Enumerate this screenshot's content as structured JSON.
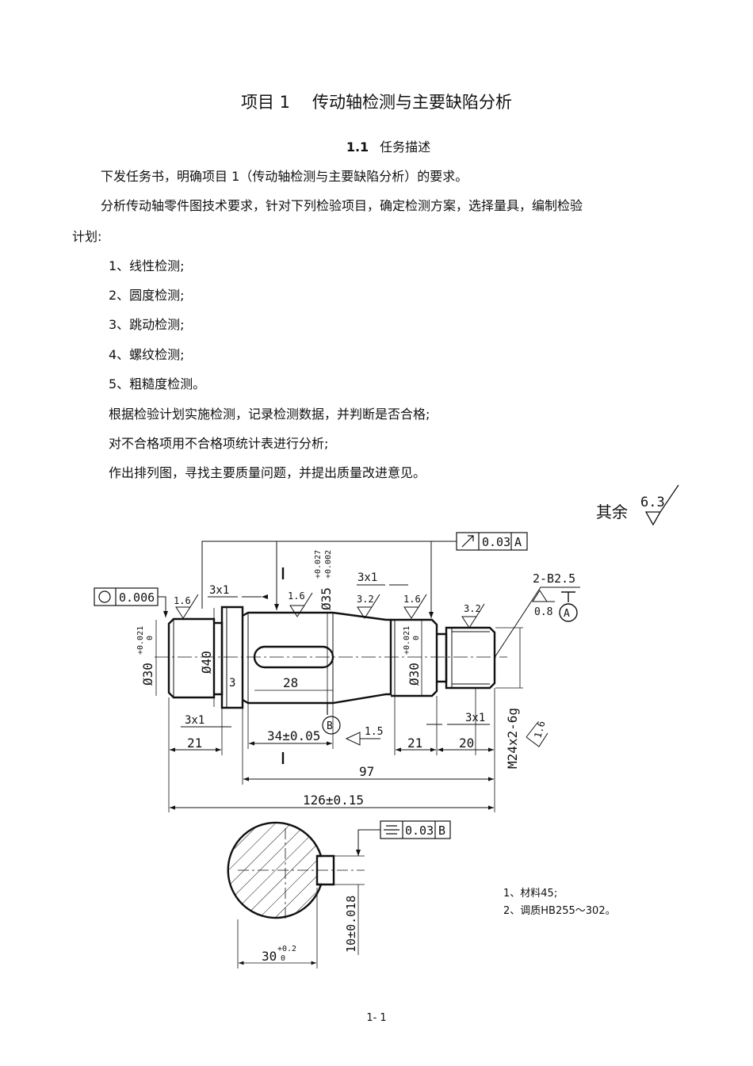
{
  "header": {
    "title_prefix": "项目 1",
    "title_main": "传动轴检测与主要缺陷分析",
    "section_number": "1.1",
    "section_title": "任务描述"
  },
  "body": {
    "intro": "下发任务书，明确项目 1（传动轴检测与主要缺陷分析）的要求。",
    "analysis_line1": "分析传动轴零件图技术要求，针对下列检验项目，确定检测方案，选择量具，编制检验",
    "analysis_line2": "计划:",
    "items": [
      "1、线性检测;",
      "2、圆度检测;",
      "3、跳动检测;",
      "4、螺纹检测;",
      "5、粗糙度检测。"
    ],
    "step1": "根据检验计划实施检测，记录检测数据，并判断是否合格;",
    "step2": "对不合格项用不合格项统计表进行分析;",
    "step3": "作出排列图，寻找主要质量问题，并提出质量改进意见。"
  },
  "drawing": {
    "rest_roughness_label": "其余",
    "rest_roughness_value": "6.3",
    "runout_tolerance": "0.03",
    "runout_datum": "A",
    "roundness_tolerance": "0.006",
    "symmetry_tolerance": "0.03",
    "symmetry_datum": "B",
    "datum_a": "A",
    "datum_b": "B",
    "chamfer": "2-B2.5",
    "roughness_0_8": "0.8",
    "roughness_1_6": "1.6",
    "roughness_3_2": "3.2",
    "roughness_1_5": "1.5",
    "groove": "3x1",
    "dia_30": "Ø30",
    "dia_30_tol_upper": "+0.021",
    "dia_30_tol_lower": "0",
    "dia_40": "Ø40",
    "dia_35": "Ø35",
    "dia_35_tol_upper": "+0.027",
    "dia_35_tol_lower": "+0.002",
    "keyway_length": "28",
    "shoulder_width": "3",
    "dim_34": "34±0.05",
    "dim_21": "21",
    "dim_20": "20",
    "dim_97": "97",
    "dim_126": "126±0.15",
    "thread": "M24x2-6g",
    "section_mark": "I",
    "section_dia": "30",
    "section_dia_tol_upper": "+0.2",
    "section_dia_tol_lower": "0",
    "key_width": "10±0.018",
    "notes": [
      "1、材料45;",
      "2、调质HB255～302。"
    ]
  },
  "footer": {
    "page_number": "1- 1"
  }
}
